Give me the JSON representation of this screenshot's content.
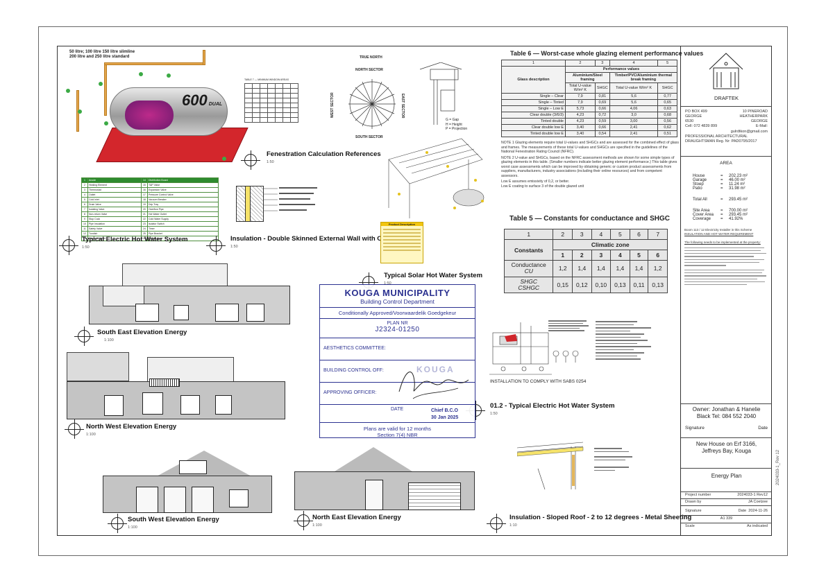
{
  "sheet": {
    "vertical_note": "2024033-1_Rev 12"
  },
  "hot_water": {
    "heading_line1": "50 litre; 100 litre 150 litre slimline",
    "heading_line2": "200 litre and 250 litre standard",
    "tank_text": "600",
    "tank_sub": "DUAL",
    "label": "Typical Electric Hot Water System",
    "scale": "1:50"
  },
  "legend_rows": [
    [
      "1",
      "Anode",
      "14",
      "Distribution Board"
    ],
    [
      "2",
      "Heating Element",
      "15",
      "T&P Valve"
    ],
    [
      "3",
      "Thermostat",
      "16",
      "Expansion Valve"
    ],
    [
      "4",
      "Outlet",
      "17",
      "Pressure Control Valve"
    ],
    [
      "5",
      "Cold Inlet",
      "18",
      "Vacuum Breaker"
    ],
    [
      "6",
      "Drain Valve",
      "19",
      "Drip Tray"
    ],
    [
      "7",
      "Isolating Valve",
      "20",
      "Overflow Pipe"
    ],
    [
      "8",
      "Non-return Valve",
      "21",
      "Hot Water Outlet"
    ],
    [
      "9",
      "Stop Cock",
      "22",
      "Cold Water Supply"
    ],
    [
      "10",
      "Pipe Insulation",
      "23",
      "Isolator Switch"
    ],
    [
      "11",
      "Safety Valve",
      "24",
      "Timer"
    ],
    [
      "12",
      "Tundish",
      "25",
      "Pipe Bracket"
    ],
    [
      "13",
      "Geyser Blanket",
      "26",
      "Ceiling Line"
    ]
  ],
  "fenestration": {
    "label": "Fenestration Calculation References",
    "scale": "1:50",
    "mini_header": "TABLE 7 — MINIMUM WINDOW AREAS",
    "compass_north": "TRUE NORTH",
    "north_sector": "NORTH SECTOR",
    "south_sector": "SOUTH SECTOR",
    "east_sector": "EAST SECTOR",
    "west_sector": "WEST SECTOR",
    "key_g": "G = Gap",
    "key_h": "H = Height",
    "key_p": "P = Projection"
  },
  "insulation_wall": {
    "label": "Insulation - Double Skinned External Wall with Cavity",
    "scale": "1:50"
  },
  "solar": {
    "label": "Typical Solar Hot Water System",
    "scale": "1:50",
    "box_title": "Product Description"
  },
  "table6": {
    "title": "Table 6 — Worst-case whole glazing element performance values",
    "col_nums": [
      "1",
      "2",
      "3",
      "4",
      "5"
    ],
    "glass_header": "Glass description",
    "perf_header": "Performance values",
    "alu_header": "Aluminium/Steel framing",
    "timber_header": "Timber/PVC/Aluminium thermal break framing",
    "u_header": "Total U-value W/m² K",
    "shgc_header": "SHGC",
    "rows": [
      [
        "Single – Clear",
        "7,9",
        "0,81",
        "5,6",
        "0,77"
      ],
      [
        "Single – Tinted",
        "7,9",
        "0,69",
        "5,6",
        "0,65"
      ],
      [
        "Single – Low E",
        "5,73",
        "0,66",
        "4,06",
        "0,63"
      ],
      [
        "Clear double (3/6/3)",
        "4,23",
        "0,72",
        "3,0",
        "0,68"
      ],
      [
        "Tinted double",
        "4,23",
        "0,59",
        "3,00",
        "0,56"
      ],
      [
        "Clear double low E",
        "3,40",
        "0,66",
        "2,41",
        "0,62"
      ],
      [
        "Tinted double low E",
        "3,40",
        "0,54",
        "2,41",
        "0,51"
      ]
    ],
    "note1": "NOTE 1   Glazing elements require total U-values and SHGCs and are assessed for the combined effect of glass and frames. The measurements of these total U-values and SHGCs are specified in the guidelines of the National Fenestration Rating Council (NFRC).",
    "note2": "NOTE 2   U-value and SHGCs, based on the NFRC assessment methods are shown for some simple types of glazing elements in this table. (Smaller numbers indicate better glazing element performance.) This table gives worst case assessments which can be improved by obtaining generic or custom product assessments from suppliers, manufacturers, industry associations (including their online resources) and from competent assessors.",
    "foot_a": "Low E assumes emissivity of 0,2, or better.",
    "foot_b": "Low E coating to surface 3 of the double glazed unit"
  },
  "table5": {
    "title": "Table 5 — Constants for conductance and SHGC",
    "col_nums": [
      "1",
      "2",
      "3",
      "4",
      "5",
      "6",
      "7"
    ],
    "constants": "Constants",
    "climatic": "Climatic zone",
    "zones": [
      "1",
      "2",
      "3",
      "4",
      "5",
      "6"
    ],
    "conductance": "Conductance",
    "cu": "CU",
    "cu_values": [
      "1,2",
      "1,4",
      "1,4",
      "1,4",
      "1,4",
      "1,2"
    ],
    "shgc": "SHGC",
    "cshgc": "CSHGC",
    "shgc_values": [
      "0,15",
      "0,12",
      "0,10",
      "0,13",
      "0,11",
      "0,13"
    ]
  },
  "stamp": {
    "title": "KOUGA MUNICIPALITY",
    "sub": "Building Control Department",
    "conditional": "Conditionally Approved/Voorwaardelik Goedgekeur",
    "plan_label": "PLAN NR",
    "plan_nr": "J2324-01250",
    "aesthetics": "AESTHETICS COMMITTEE:",
    "building_control": "BUILDING CONTROL OFF:",
    "approving": "APPROVING OFFICER:",
    "date_label": "DATE",
    "chief": "Chief B.C.O",
    "date_value": "30 Jan 2025",
    "foot1": "Plans are valid for 12 months",
    "foot2": "Section 7(4) NBR",
    "watermark": "KOUGA"
  },
  "electric_detail": {
    "comply": "INSTALLATION TO COMPLY WITH SABS 0254",
    "label": "01.2 - Typical Electric Hot Water System",
    "scale": "1:50"
  },
  "elevations": {
    "south_east": "South East Elevation Energy",
    "north_west": "North West Elevation Energy",
    "south_west": "South West Elevation Energy",
    "north_east": "North East Elevation Energy",
    "scale": "1:100"
  },
  "roof_insulation": {
    "label": "Insulation - Sloped Roof - 2 to 12 degrees - Metal Sheeting",
    "scale": "1:10"
  },
  "title_block": {
    "company": "DRAFTEK",
    "po_box": "PO BOX 499",
    "city_left": "GEORGE",
    "code_left": "6530",
    "address_right1": "10 PINEROAD",
    "address_right2": "HEATHERPARK",
    "address_right3": "GEORGE",
    "cell": "Cell: 072 4839 899",
    "email_label": "E-Mail:",
    "email": "gulrdtkon@gmail.com",
    "profession1": "PROFESSIONAL ARCHITECTURAL",
    "profession2": "DRAUGHTSMAN Reg. Nr: PAD0795/2017",
    "area_title": "AREA",
    "areas": [
      [
        "House",
        "=",
        "202.23 m²"
      ],
      [
        "Garage",
        "=",
        "46.00 m²"
      ],
      [
        "Stoep",
        "=",
        "11.24 m²"
      ],
      [
        "Patio",
        "=",
        "31.98 m²"
      ],
      [
        "Total All",
        "=",
        "293.45 m²"
      ],
      [
        "Site Area",
        "=",
        "700.00 m²"
      ],
      [
        "Cover Area",
        "=",
        "293.45 m²"
      ],
      [
        "Coverage",
        "=",
        "41.92%"
      ]
    ],
    "note1": "Boom 113 / 12 Electricity Installer in this Scheme",
    "note2": "INSULATION AND HOT WATER REQUIREMENT",
    "note3": "The following needs to be implemented at the property:",
    "owner1": "Owner: Jonathan & Hanelie",
    "owner2": "Black Tel: 084 552 2040",
    "signature": "Signature",
    "date": "Date",
    "project1": "New House on Erf 3166,",
    "project2": "Jeffreys Bay, Kouga",
    "sheet_title": "Energy Plan",
    "project_number_label": "Project number",
    "project_number": "2024033-1 Rev12",
    "drawn_by_label": "Drawn by",
    "drawn_by": "JA Coetzee",
    "sig_label": "Signature",
    "date_label2": "Date",
    "date_value": "2024-11-26",
    "paper": "A1 339",
    "scale_label": "Scale",
    "scale_value": "As indicated"
  }
}
